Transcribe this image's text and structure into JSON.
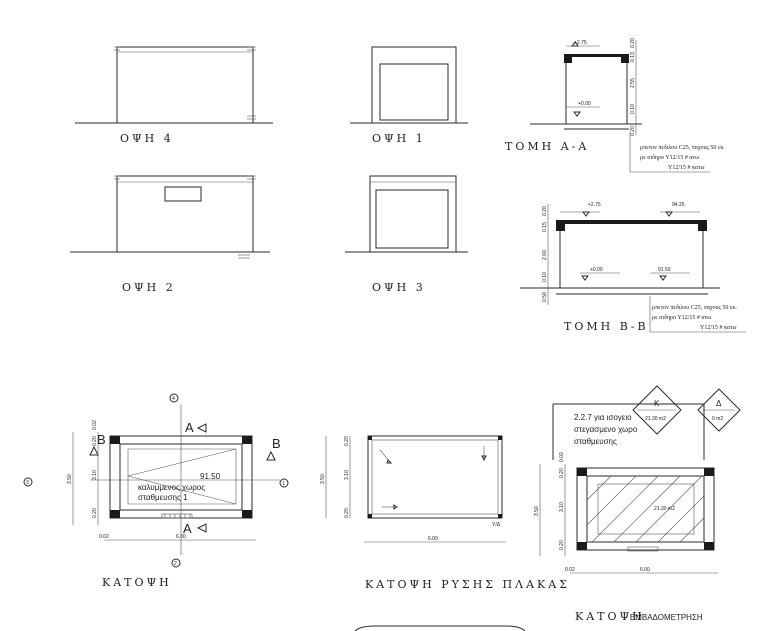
{
  "views": {
    "elevation_4": "ΟΨΗ  4",
    "elevation_1": "ΟΨΗ  1",
    "elevation_2": "ΟΨΗ  2",
    "elevation_3": "ΟΨΗ  3",
    "section_aa": "ΤΟΜΗ  Α-Α",
    "section_bb": "ΤΟΜΗ  Β-Β",
    "plan": "ΚΑΤΟΨΗ",
    "slab_plan": "ΚΑΤΟΨΗ ΡΥΣΗΣ ΠΛΑΚΑΣ",
    "area_plan_main": "ΚΑΤΟΨΗ",
    "area_plan_sub": "- ΕΜΒΑΔΟΜΕΤΡΗΣΗ"
  },
  "section_aa": {
    "top_level": "+2.75",
    "floor_level": "+0.00",
    "dims": [
      "0.20",
      "0.13",
      "2.55",
      "0.10",
      "0.20"
    ],
    "note": [
      "μπετον πεδιλου C25, παχους 50 εκ.",
      "με σιδηρο Υ12/15 # ανω",
      "Υ12/15 # κατω"
    ]
  },
  "section_bb": {
    "top_level": "+2.75",
    "top_right": "94.25",
    "floor_level": "+0.00",
    "floor_right": "91.50",
    "dims": [
      "0.20",
      "0.15",
      "2.60",
      "0.10",
      "0.50"
    ],
    "note": [
      "μπετον πεδιλου C25, παχους 50 εκ.",
      "με σιδηρο Υ12/15 # ανω",
      "Υ12/15 # κατω"
    ]
  },
  "plan": {
    "markers": [
      "4",
      "2",
      "3",
      "1"
    ],
    "section_labels": [
      "A",
      "A",
      "B",
      "B"
    ],
    "level": "91.50",
    "room_label": [
      "καλυμμενος χωρος",
      "σταθμευσης 1"
    ],
    "dims_v": [
      "3.50",
      "0.20",
      "3.10",
      "0.20",
      "0.02"
    ],
    "dims_h": [
      "0.02",
      "6.00"
    ]
  },
  "slab_plan": {
    "dims_v": [
      "3.50",
      "0.20",
      "3.10",
      "0.20"
    ],
    "dims_h": [
      "6.00"
    ],
    "slope_note": "Υ/Δ"
  },
  "area_plan": {
    "badge_k_letter": "Κ",
    "badge_k_value": "21.30 m2",
    "badge_d_letter": "Δ",
    "badge_d_value": "0 m2",
    "note": [
      "2.2.7 για ισογειο",
      "στεγασμενο χωρο",
      "σταθμευσης"
    ],
    "inner_area": "21.30 m2",
    "dims_v": [
      "3.50",
      "0.20",
      "3.10",
      "0.20",
      "0.02"
    ],
    "dims_h": [
      "0.02",
      "6.00"
    ]
  }
}
